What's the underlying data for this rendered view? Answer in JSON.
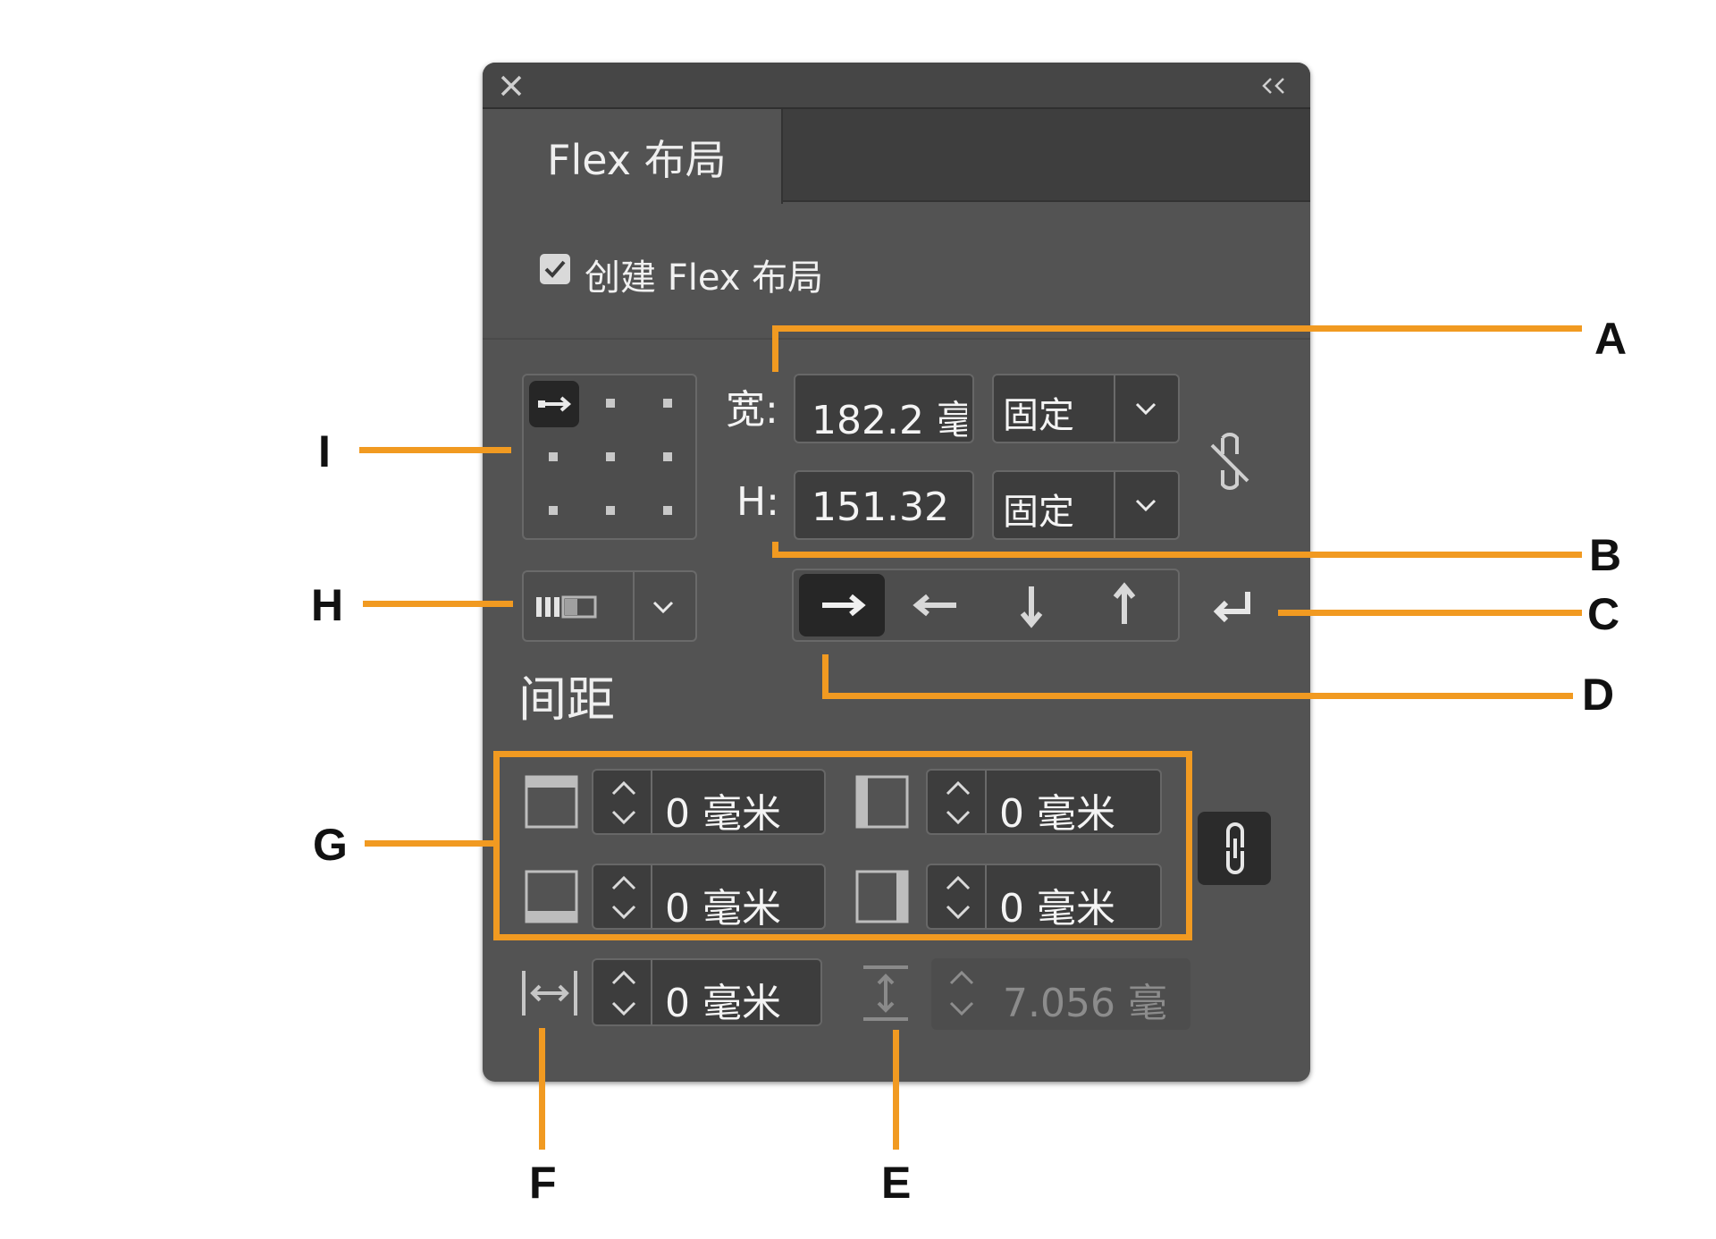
{
  "panel": {
    "tab_title": "Flex 布局",
    "close_icon": "close-icon",
    "collapse_icon": "collapse-double-chevron-icon",
    "create_checkbox": {
      "label": "创建 Flex 布局",
      "checked": true
    }
  },
  "size": {
    "width_label": "宽:",
    "width_value": "182.2 毫",
    "width_mode": "固定",
    "height_label": "H:",
    "height_value": "151.32",
    "height_mode": "固定",
    "link_icon": "unlink-icon"
  },
  "direction": {
    "options": [
      "right-arrow-icon",
      "left-arrow-icon",
      "down-arrow-icon",
      "up-arrow-icon"
    ],
    "selected_index": 0,
    "wrap_icon": "wrap-return-icon"
  },
  "spacing": {
    "title": "间距",
    "padding_top": "0 毫米",
    "padding_left": "0 毫米",
    "padding_bottom": "0 毫米",
    "padding_right": "0 毫米",
    "column_gap": "0 毫米",
    "row_gap": "7.056 毫",
    "link_icon": "link-icon"
  },
  "callouts": [
    "A",
    "B",
    "C",
    "D",
    "E",
    "F",
    "G",
    "H",
    "I"
  ],
  "colors": {
    "panel": "#535353",
    "accent": "#f19a21",
    "selected_button": "#262626"
  }
}
